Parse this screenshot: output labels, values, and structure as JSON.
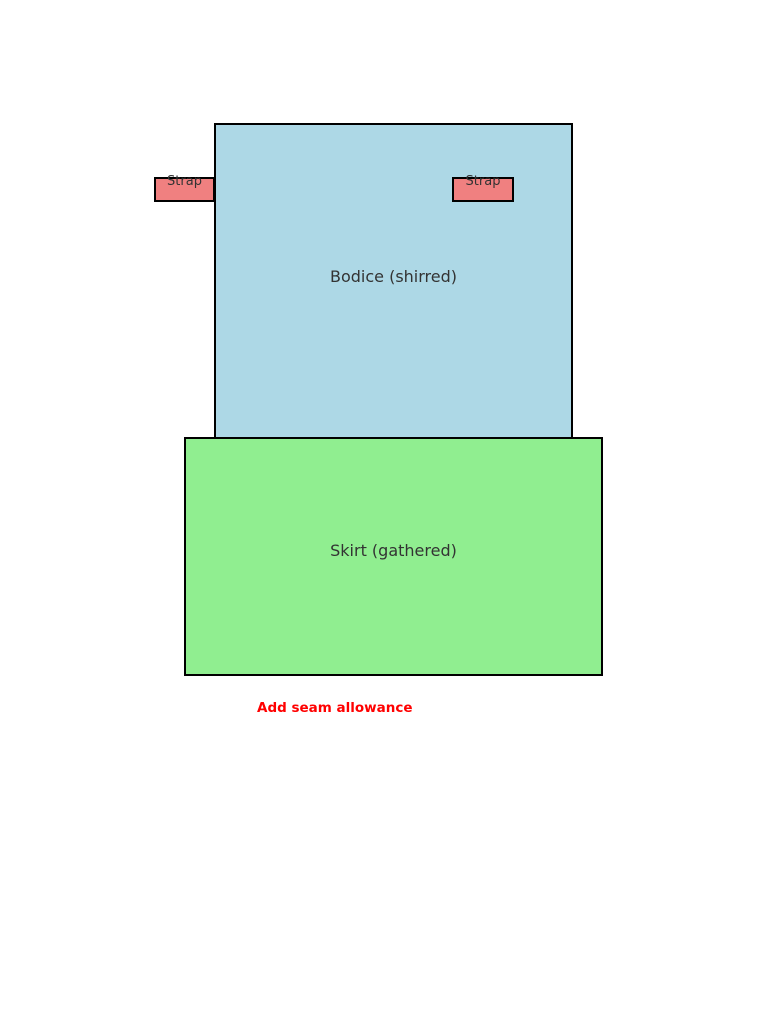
{
  "pattern": {
    "bodice_label": "Bodice (shirred)",
    "skirt_label": "Skirt (gathered)",
    "strap_left_label": "Strap",
    "strap_right_label": "Strap"
  },
  "annotation": {
    "text": "Add seam allowance"
  },
  "colors": {
    "bodice": "#add8e6",
    "skirt": "#90ee90",
    "strap": "#f08080",
    "annotation": "#ff0000",
    "outline": "#000000"
  }
}
